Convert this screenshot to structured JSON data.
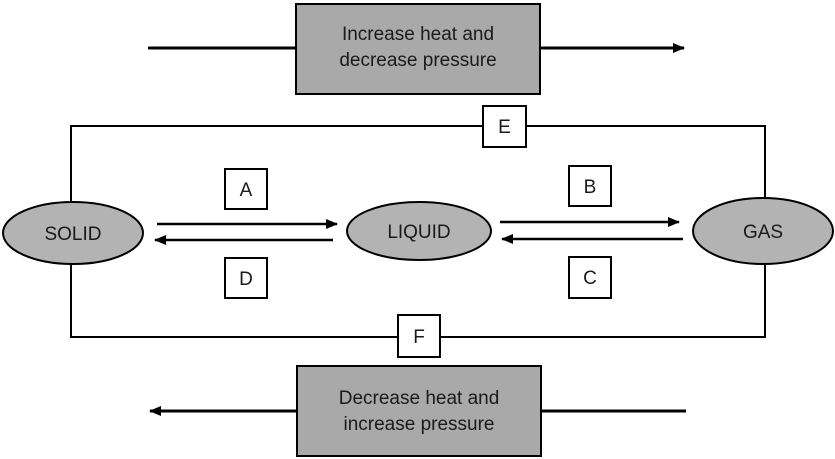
{
  "top_box": {
    "line1": "Increase heat and",
    "line2": "decrease pressure"
  },
  "bottom_box": {
    "line1": "Decrease heat and",
    "line2": "increase pressure"
  },
  "states": {
    "solid": "SOLID",
    "liquid": "LIQUID",
    "gas": "GAS"
  },
  "labels": {
    "a": "A",
    "b": "B",
    "c": "C",
    "d": "D",
    "e": "E",
    "f": "F"
  },
  "colors": {
    "box_fill": "#a9a9a9",
    "ellipse_fill": "#b3b3b3",
    "stroke": "#000000"
  }
}
